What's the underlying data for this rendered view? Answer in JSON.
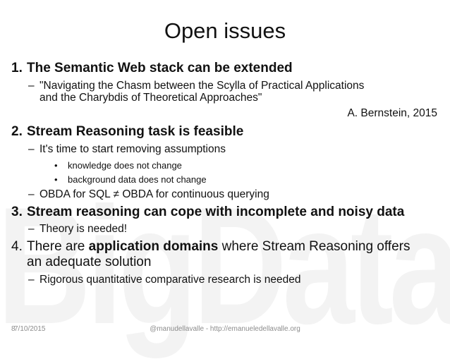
{
  "slide": {
    "title": "Open issues",
    "watermark": "BigData",
    "items": [
      {
        "number": "1.",
        "text": "The Semantic Web stack can be extended",
        "bold": true,
        "subitems": [
          {
            "marker": "–",
            "lines": [
              "\"Navigating the Chasm between the Scylla of Practical Applications",
              "and the Charybdis of Theoretical Approaches\""
            ]
          }
        ],
        "attribution": "A. Bernstein, 2015"
      },
      {
        "number": "2.",
        "text": "Stream Reasoning task is feasible",
        "bold": true,
        "subitems": [
          {
            "marker": "–",
            "text": "It's time to start removing assumptions",
            "bullets": [
              {
                "marker": "•",
                "text": "knowledge does not change"
              },
              {
                "marker": "•",
                "text": "background data does not change"
              }
            ]
          },
          {
            "marker": "–",
            "text": "OBDA for SQL ≠ OBDA for continuous querying"
          }
        ]
      },
      {
        "number": "3.",
        "text": "Stream reasoning can cope with incomplete and noisy data",
        "bold": true,
        "subitems": [
          {
            "marker": "–",
            "text": "Theory is needed!"
          }
        ]
      },
      {
        "number": "4.",
        "text_pre": "There are ",
        "text_bold": "application domains",
        "text_post": " where Stream Reasoning offers",
        "text_line2": "an adequate solution",
        "bold": false,
        "subitems": [
          {
            "marker": "–",
            "text": "Rigorous quantitative comparative research is needed"
          }
        ]
      }
    ],
    "footer": {
      "slide_number": "8",
      "date": "7/10/2015",
      "center": "@manudellavalle  -  http://emanueledellavalle.org"
    }
  },
  "colors": {
    "text": "#111111",
    "footer": "#8c8c8c",
    "watermark": "#f3f3f3",
    "background": "#ffffff"
  }
}
